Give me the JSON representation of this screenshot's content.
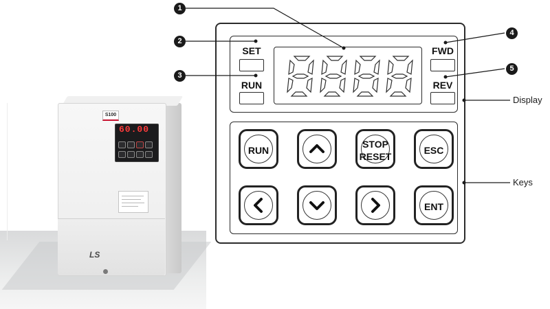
{
  "drive": {
    "brand_badge": "S100",
    "readout": "60.00",
    "logo": "LS"
  },
  "panel": {
    "indicators": {
      "set": "SET",
      "run": "RUN",
      "fwd": "FWD",
      "rev": "REV"
    },
    "display_digits": 4,
    "keys": {
      "run": "RUN",
      "up": "up",
      "stop_line1": "STOP",
      "stop_line2": "RESET",
      "esc": "ESC",
      "left": "left",
      "down": "down",
      "right": "right",
      "ent": "ENT"
    }
  },
  "callouts": {
    "c1": "1",
    "c2": "2",
    "c3": "3",
    "c4": "4",
    "c5": "5"
  },
  "labels": {
    "display": "Display",
    "keys": "Keys"
  },
  "colors": {
    "led_red": "#ff3b3b",
    "brand_red": "#c8102e",
    "outline": "#2b2b2b"
  }
}
